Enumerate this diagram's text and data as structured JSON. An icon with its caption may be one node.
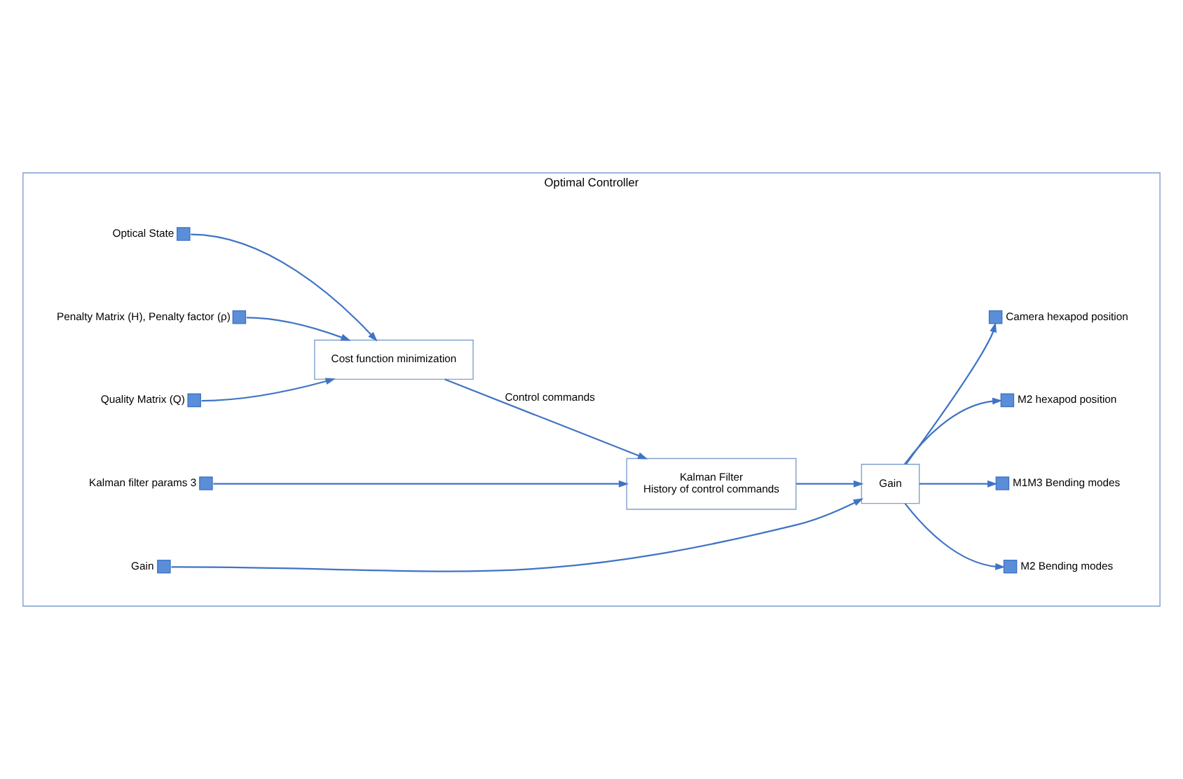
{
  "diagram": {
    "nodes": [
      {
        "text": [
          "Optimal Controller"
        ]
      },
      {
        "text": [],
        "shape": "box",
        "in": 0,
        "beside": [
          "Optical State"
        ]
      },
      {
        "text": [],
        "shape": "box",
        "in": 0,
        "beside": [
          "Penalty Matrix (H), Penalty factor (ρ)"
        ]
      },
      {
        "text": [],
        "shape": "box",
        "in": 0,
        "beside": [
          "Quality Matrix (Q)"
        ]
      },
      {
        "text": [],
        "shape": "box",
        "in": 0,
        "beside": [
          "Kalman filter params 3"
        ]
      },
      {
        "text": [],
        "shape": "box",
        "in": 0,
        "beside": [
          "Gain"
        ]
      },
      {
        "text": [
          "Cost function minimization"
        ],
        "in": 0
      },
      {
        "text": [
          "Kalman Filter",
          "History of control commands"
        ],
        "in": 0
      },
      {
        "text": [
          "Gain"
        ],
        "in": 0
      },
      {
        "text": [],
        "shape": "box",
        "in": 0,
        "beside": [
          "Camera hexapod position"
        ]
      },
      {
        "text": [],
        "shape": "box",
        "in": 0,
        "beside": [
          "M2 hexapod position"
        ]
      },
      {
        "text": [],
        "shape": "box",
        "in": 0,
        "beside": [
          "M1M3 Bending modes"
        ]
      },
      {
        "text": [],
        "shape": "box",
        "in": 0,
        "beside": [
          "M2 Bending modes"
        ]
      }
    ],
    "edges": [
      {
        "from": 1,
        "to": 6,
        "arrow": "to"
      },
      {
        "from": 2,
        "to": 6,
        "arrow": "to"
      },
      {
        "from": 3,
        "to": 6,
        "arrow": "to"
      },
      {
        "from": 6,
        "to": 7,
        "arrow": "to",
        "label": "Control commands"
      },
      {
        "from": 4,
        "to": 7,
        "arrow": "to"
      },
      {
        "from": 7,
        "to": 8,
        "arrow": "to"
      },
      {
        "from": 5,
        "to": 8,
        "arrow": "to"
      },
      {
        "from": 8,
        "to": 9,
        "arrow": "to"
      },
      {
        "from": 8,
        "to": 10,
        "arrow": "to"
      },
      {
        "from": 8,
        "to": 11,
        "arrow": "to"
      },
      {
        "from": 8,
        "to": 12,
        "arrow": "to"
      }
    ]
  }
}
